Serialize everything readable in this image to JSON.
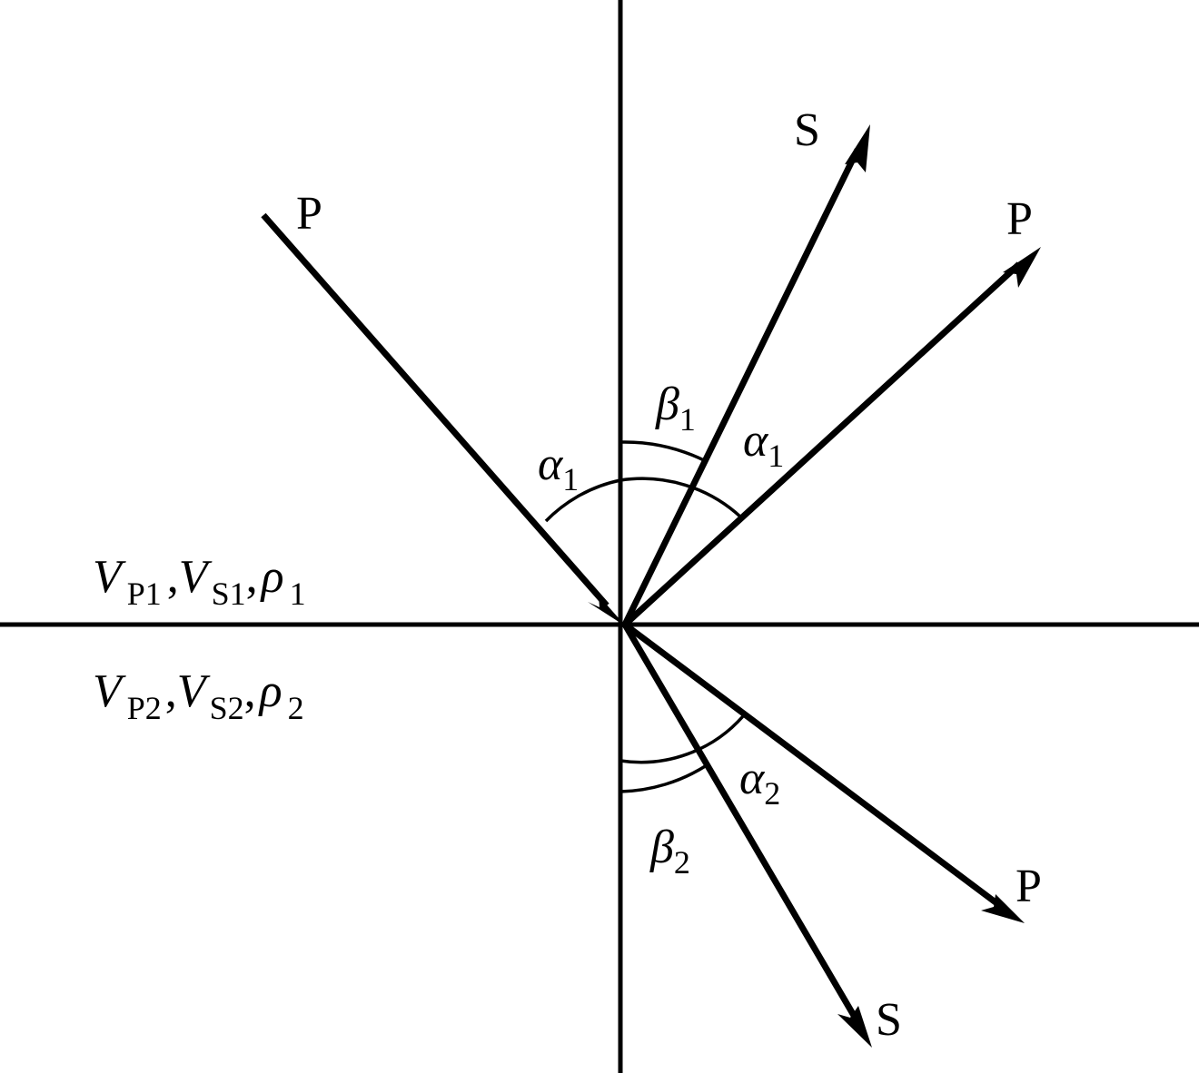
{
  "rays": {
    "incident_p": "P",
    "reflected_s": "S",
    "reflected_p": "P",
    "refracted_p": "P",
    "refracted_s": "S"
  },
  "angles": {
    "incident": {
      "symbol": "α",
      "sub": "1"
    },
    "reflected_s": {
      "symbol": "β",
      "sub": "1"
    },
    "reflected_p": {
      "symbol": "α",
      "sub": "1"
    },
    "refracted_p": {
      "symbol": "α",
      "sub": "2"
    },
    "refracted_s": {
      "symbol": "β",
      "sub": "2"
    }
  },
  "media": {
    "upper": {
      "vp": "V",
      "vp_sub": "P1",
      "sep1": ",",
      "vs": "V",
      "vs_sub": "S1",
      "sep2": ",",
      "rho": "ρ",
      "rho_sub": "1"
    },
    "lower": {
      "vp": "V",
      "vp_sub": "P2",
      "sep1": ",",
      "vs": "V",
      "vs_sub": "S2",
      "sep2": ",",
      "rho": "ρ",
      "rho_sub": "2"
    }
  }
}
